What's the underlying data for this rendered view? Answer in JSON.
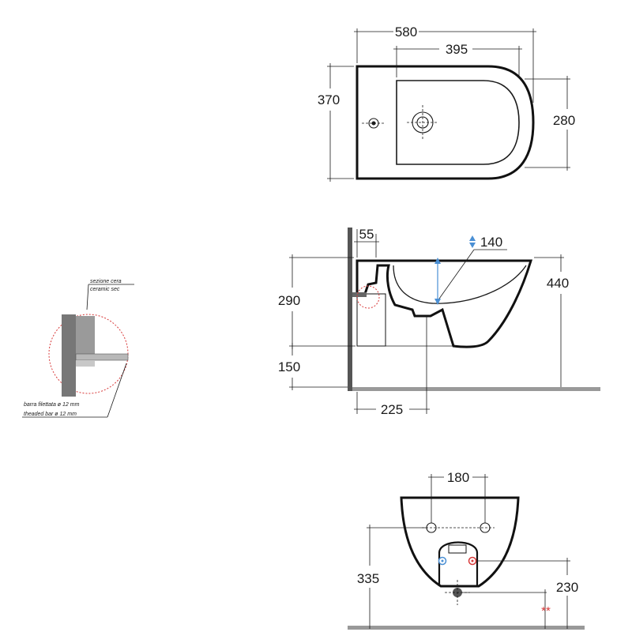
{
  "top_view": {
    "dim_overall_width": "580",
    "dim_inner_width": "395",
    "dim_depth": "370",
    "dim_inner_depth": "280"
  },
  "side_view": {
    "dim_wall_offset": "55",
    "dim_spout_height": "140",
    "dim_body_height": "290",
    "dim_total_height": "440",
    "dim_floor_gap": "150",
    "dim_fixing_offset": "225"
  },
  "detail": {
    "label_section_it": "sezione cera",
    "label_section_en": "ceramic sec",
    "label_bar_it": "barra filettata ø 12 mm",
    "label_bar_en": "theaded bar ø 12 mm"
  },
  "rear_view": {
    "dim_fixing_spacing": "180",
    "dim_fixing_height": "335",
    "dim_supply_height": "230",
    "note_marker": "**"
  },
  "colors": {
    "line": "#1a1a1a",
    "accent_blue": "#4a8fd4",
    "accent_red": "#d83a3a",
    "floor": "#999999",
    "detail_circle": "#d83a3a"
  }
}
